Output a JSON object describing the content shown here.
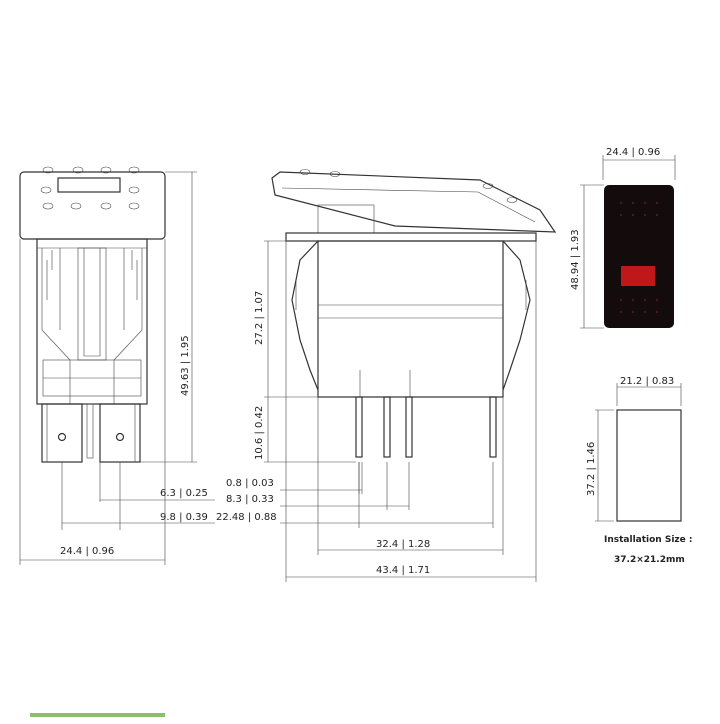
{
  "dimensions": {
    "front_height": "49.63",
    "front_height_in": "1.95",
    "front_width": "24.4",
    "front_width_in": "0.96",
    "pin_gap_small": "6.3",
    "pin_gap_small_in": "0.25",
    "pin_gap_large": "9.8",
    "pin_gap_large_in": "0.39",
    "side_upper": "27.2",
    "side_upper_in": "1.07",
    "side_lower": "10.6",
    "side_lower_in": "0.42",
    "pin_thick_a": "0.8",
    "pin_thick_a_in": "0.03",
    "pin_thick_b": "8.3",
    "pin_thick_b_in": "0.33",
    "pin_span": "22.48",
    "pin_span_in": "0.88",
    "body_len": "32.4",
    "body_len_in": "1.28",
    "total_len": "43.4",
    "total_len_in": "1.71",
    "top_width": "24.4",
    "top_width_in": "0.96",
    "top_height": "48.94",
    "top_height_in": "1.93",
    "cut_width": "21.2",
    "cut_width_in": "0.83",
    "cut_height": "37.2",
    "cut_height_in": "1.46"
  },
  "install": {
    "label": "Installation Size :",
    "value": "37.2×21.2mm"
  },
  "colors": {
    "switch_face": "#140c0c",
    "indicator": "#c0181a",
    "line": "#333333"
  }
}
